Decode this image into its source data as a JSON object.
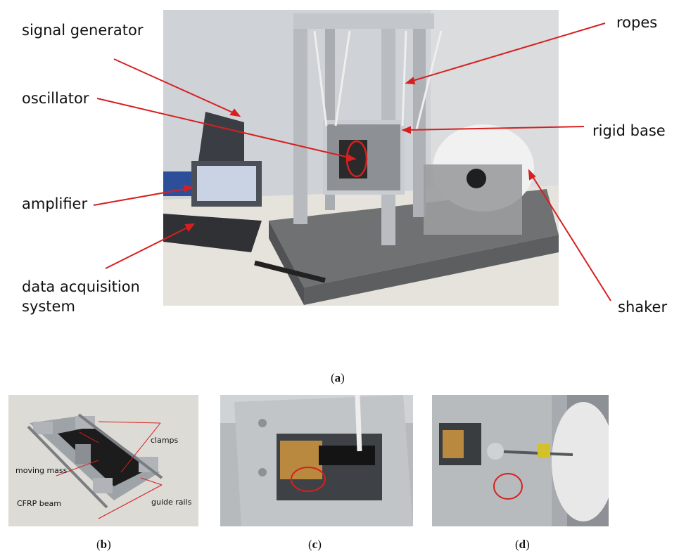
{
  "figure_a": {
    "caption": "(a)",
    "labels": {
      "signal_generator": "signal generator",
      "oscillator": "oscillator",
      "amplifier": "amplifier",
      "data_acquisition_line1": "data acquisition",
      "data_acquisition_line2": "system",
      "ropes": "ropes",
      "rigid_base": "rigid base",
      "shaker": "shaker"
    }
  },
  "figure_b": {
    "caption": "(b)",
    "labels": {
      "clamps": "clamps",
      "moving_mass": "moving mass",
      "cfrp_beam": "CFRP beam",
      "guide_rails": "guide rails"
    }
  },
  "figure_c": {
    "caption": "(c)"
  },
  "figure_d": {
    "caption": "(d)"
  },
  "colors": {
    "annotation_red": "#d62020",
    "background": "#ffffff"
  }
}
